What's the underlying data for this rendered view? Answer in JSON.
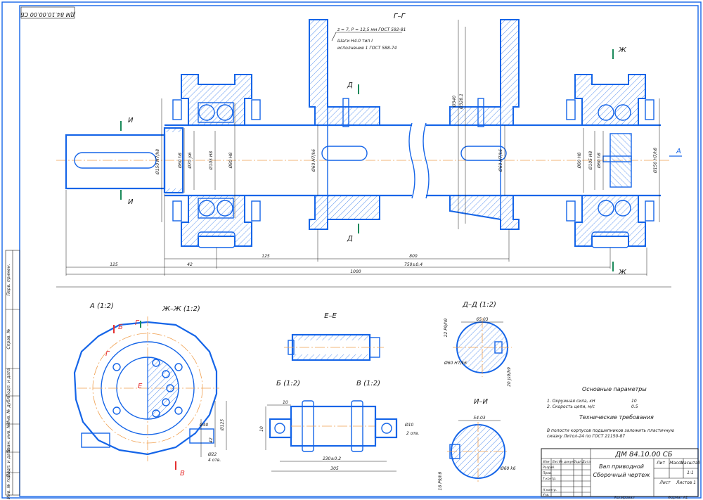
{
  "colors": {
    "outline": "#1565e8",
    "axis": "#f0a050",
    "cut_mark": "#1b8a5a",
    "view_mark": "#e53030"
  },
  "stamp": {
    "rotated_code": "ДМ 84.10.00.00 СБ"
  },
  "section_title": "Г–Г",
  "note": {
    "line1": "z = 7, P = 12,5 мм ГОСТ 592-81",
    "line2": "Шаги Н4.0 тип I",
    "line3": "исполнение 1 ГОСТ 588-74"
  },
  "cut_marks": {
    "i": "И",
    "d": "Д",
    "zh": "Ж",
    "a": "А"
  },
  "dimensions": {
    "d_left": "Ø150 H7/h8",
    "d_sleeve": "Ø60 h8",
    "d_inner": "Ø70 js6",
    "d_bearing": "Ø105 H8",
    "d_seal": "Ø80 H8",
    "d_hub": "Ø60 H7/k6",
    "d_hub2": "Ø60 H7/k6",
    "d_flange": "Ø340",
    "d_flange2": "Ø328.1",
    "d_right_inner": "Ø80 H8",
    "d_right_b": "Ø105 H8",
    "d_right_c": "Ø60 h8",
    "d_right": "Ø150 H7/h8",
    "len_125": "125",
    "len_42": "42",
    "len_125b": "125",
    "len_800": "800",
    "len_750": "750±0.4",
    "len_1000": "1000"
  },
  "views": {
    "a_title": "А (1:2)",
    "zhzh_title": "Ж–Ж (1:2)",
    "ee_title": "Е–Е",
    "dd_title": "Д–Д (1:2)",
    "b_title": "Б (1:2)",
    "v_title": "В (1:2)",
    "ii_title": "И–И",
    "mark_b": "Б",
    "mark_g": "Г",
    "mark_e": "Е",
    "mark_v": "В",
    "dd_d1": "65.03",
    "dd_d2": "Ø60 H7/k6",
    "dd_d3": "22 P9/h9",
    "dd_d4": "20 js9/h9",
    "ii_d1": "54.03",
    "ii_d2": "Ø60 k6",
    "ii_d3": "18 P9/h9",
    "a_d1": "Ø40",
    "a_d2": "Ø22",
    "a_d3": "4 отв.",
    "a_d4": "Ø125",
    "a_d5": "42",
    "bv_d1": "10",
    "bv_d2": "10",
    "bv_d3": "Ø10",
    "bv_d4": "2 отв.",
    "bv_d5": "230±0.2",
    "bv_d6": "305"
  },
  "specs": {
    "title": "Основные параметры",
    "p1": "1. Окружная сила, кН",
    "p1v": "10",
    "p2": "2. Скорость цепи, м/с",
    "p2v": "0.5",
    "tt_title": "Технические требования",
    "tt1": "В полости корпусов подшипников заложить пластичную",
    "tt2": "смазку Литол-24 по ГОСТ 21150-87"
  },
  "title_block": {
    "code": "ДМ 84.10.00 СБ",
    "name1": "Вал приводной",
    "name2": "Сборочный чертеж",
    "col_lit": "Лит",
    "col_mass": "Масса",
    "col_scale": "Масштаб",
    "scale": "1:1",
    "sheet": "Лист",
    "sheets": "Листов 1",
    "row_izm": "Изм",
    "row_list": "Лист",
    "row_doc": "№ докум.",
    "row_sign": "Подп.",
    "row_date": "Дата",
    "row_razrab": "Разраб.",
    "row_prov": "Пров.",
    "row_tkontr": "Т.контр.",
    "row_nkontr": "Н.контр.",
    "row_utv": "Утв."
  },
  "side_strip": {
    "s1": "Перв. примен.",
    "s2": "Справ. №",
    "s3": "Подп. и дата",
    "s4": "Инв. № дубл.",
    "s5": "Взам. инв. №",
    "s6": "Подп. и дата",
    "s7": "Инв. № подл."
  },
  "footer": {
    "copy": "Копировал",
    "format": "Формат А1"
  }
}
